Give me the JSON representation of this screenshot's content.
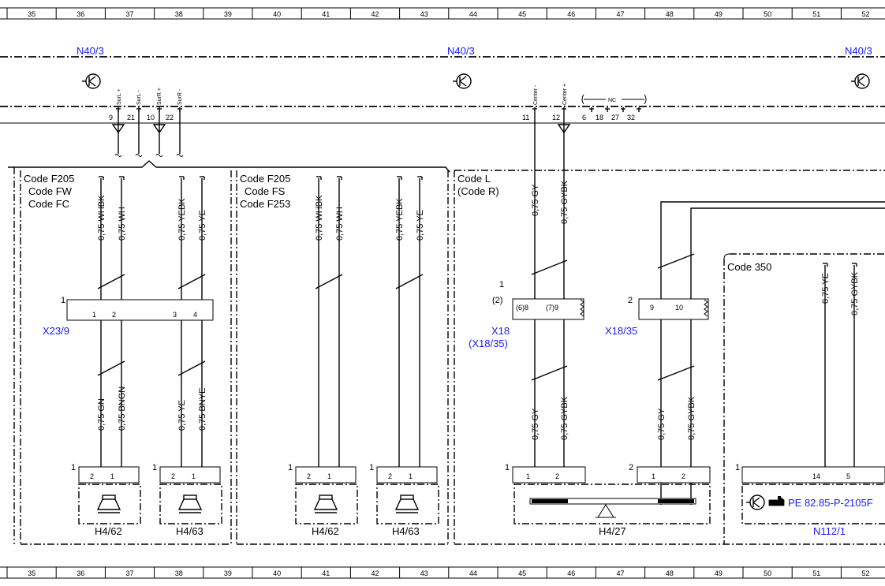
{
  "grid_numbers": [
    "35",
    "36",
    "37",
    "38",
    "39",
    "40",
    "41",
    "42",
    "43",
    "44",
    "45",
    "46",
    "47",
    "48",
    "49",
    "50",
    "51",
    "52"
  ],
  "units": {
    "n40_left": "N40/3",
    "n40_mid": "N40/3",
    "n40_right": "N40/3",
    "x23": "X23/9",
    "x18": "X18",
    "x18_alt": "(X18/35)",
    "x18_35": "X18/35",
    "h4_62a": "H4/62",
    "h4_63a": "H4/63",
    "h4_62b": "H4/62",
    "h4_63b": "H4/63",
    "h4_27": "H4/27",
    "n112": "N112/1"
  },
  "codes": {
    "g1_l1": "Code F205",
    "g1_l2": "Code FW",
    "g1_l3": "Code FC",
    "g2_l1": "Code F205",
    "g2_l2": "Code FS",
    "g2_l3": "Code F253",
    "g3_l1": "Code L",
    "g3_l2": "(Code R)",
    "g4_l1": "Code 350"
  },
  "reference": "PE 82.85-P-2105F",
  "pins": {
    "surlp": "SurL +",
    "surlm": "SurL -",
    "surrp": "SurR +",
    "surrm": "SurR -",
    "cm": "Center -",
    "cp": "Center +",
    "nc": "NC",
    "p9": "9",
    "p21": "21",
    "p10": "10",
    "p22": "22",
    "p11": "11",
    "p12": "12",
    "p6": "6",
    "p18": "18",
    "p27": "27",
    "p32": "32"
  },
  "wires": {
    "whbk": "0,75 WHBK",
    "wh": "0,75 WH",
    "yebk": "0,75 YEBK",
    "ye": "0,75 YE",
    "gn": "0,75 GN",
    "bngn": "0,75 BNGN",
    "bnye": "0,75 BNYE",
    "gy": "0,75 GY",
    "gybk": "0,75 GYBK"
  },
  "connector_pins": {
    "c1": "1",
    "c2": "2",
    "c3": "3",
    "c4": "4",
    "x18_a": "(6)8",
    "x18_b": "(7)9",
    "x1835_a": "9",
    "x1835_b": "10",
    "n112_a": "14",
    "n112_b": "5"
  },
  "side_labels": {
    "one": "1",
    "two": "2",
    "paren_two": "(2)"
  }
}
